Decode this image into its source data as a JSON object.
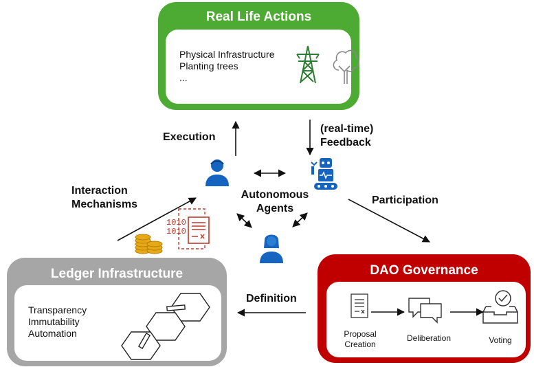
{
  "real_life": {
    "title": "Real Life Actions",
    "items": [
      "Physical Infrastructure",
      "Planting trees",
      "..."
    ],
    "color": "#4DAA33"
  },
  "ledger": {
    "title": "Ledger Infrastructure",
    "items": [
      "Transparency",
      "Immutability",
      "Automation"
    ],
    "color": "#A6A6A6"
  },
  "dao": {
    "title": "DAO Governance",
    "color": "#C00000",
    "steps": [
      {
        "label_line1": "Proposal",
        "label_line2": "Creation"
      },
      {
        "label_line1": "Deliberation"
      },
      {
        "label_line1": "Voting"
      }
    ]
  },
  "labels": {
    "execution": "Execution",
    "feedback_line1": "(real-time)",
    "feedback_line2": "Feedback",
    "interaction_line1": "Interaction",
    "interaction_line2": "Mechanisms",
    "participation": "Participation",
    "definition": "Definition",
    "agents_line1": "Autonomous",
    "agents_line2": "Agents"
  },
  "contract_text": {
    "line1": "1010",
    "line2": "1010"
  },
  "colors": {
    "agent_blue": "#1565C0",
    "coin_gold": "#E6A817",
    "contract_red": "#C0392B",
    "tree_green": "#2E7D32"
  }
}
